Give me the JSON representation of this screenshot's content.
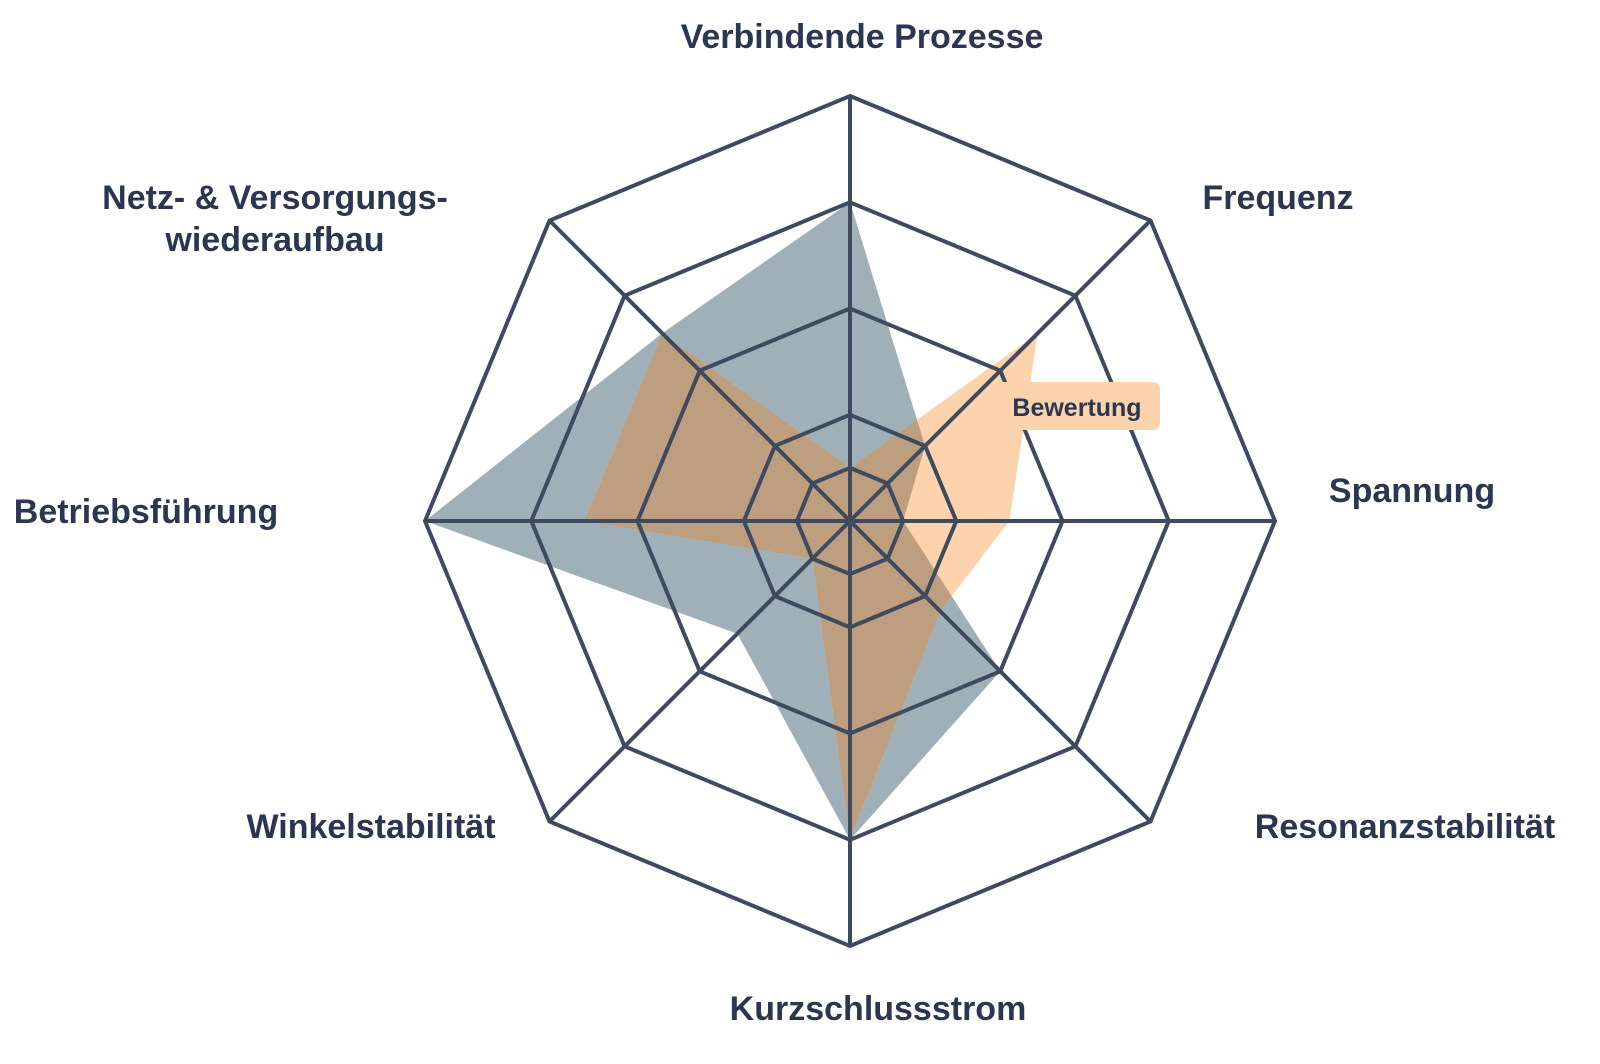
{
  "chart_data": {
    "type": "radar",
    "title": "",
    "axes": [
      [
        "Verbindende Prozesse"
      ],
      [
        "Frequenz"
      ],
      [
        "Spannung"
      ],
      [
        "Resonanzstabilität"
      ],
      [
        "Kurzschlussstrom"
      ],
      [
        "Winkelstabilität"
      ],
      [
        "Betriebsführung"
      ],
      [
        "Netz- & Versorgungs-",
        "wiederaufbau"
      ]
    ],
    "rmax": 4,
    "rings": [
      0.5,
      1,
      2,
      3,
      4
    ],
    "grid": true,
    "series": [
      {
        "name": "",
        "color": "#9fb0b9",
        "values": [
          3,
          1,
          0.5,
          2,
          3,
          1.5,
          4,
          2.5
        ]
      },
      {
        "name": "Bewertung",
        "color": "#fdd3ad",
        "values": [
          0.5,
          2.5,
          1.5,
          1.2,
          3,
          0.5,
          2.5,
          2.5
        ]
      }
    ],
    "overlap_color": "#bd9e7e",
    "grid_color": "#3f4a5e",
    "label_color": "#2b3650",
    "badge": {
      "text": "Bewertung",
      "color": "#fdd3ad"
    }
  }
}
